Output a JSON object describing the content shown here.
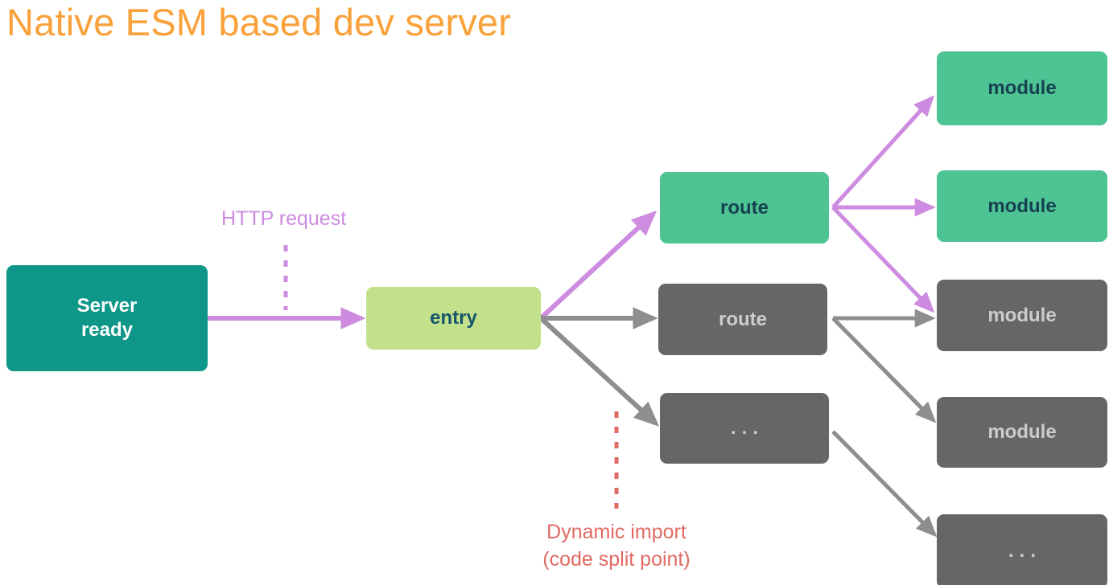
{
  "title": "Native ESM based dev server",
  "colors": {
    "title": "#f9a13a",
    "server_box": "#0e9688",
    "entry_box": "#c2e18a",
    "green_box": "#4ec394",
    "gray_box": "#666666",
    "purple_arrow": "#cd8ce0",
    "gray_arrow": "#8e8e8e",
    "dynamic_import": "#e06a64",
    "background": "#ffffff"
  },
  "nodes": {
    "server": {
      "label": "Server\nready",
      "line1": "Server",
      "line2": "ready"
    },
    "entry": {
      "label": "entry"
    },
    "route_green": {
      "label": "route"
    },
    "route_gray": {
      "label": "route"
    },
    "ellipsis_mid": {
      "label": "..."
    },
    "module_1": {
      "label": "module"
    },
    "module_2": {
      "label": "module"
    },
    "module_3": {
      "label": "module"
    },
    "module_4": {
      "label": "module"
    },
    "ellipsis_bottom": {
      "label": "..."
    }
  },
  "annotations": {
    "http_request": {
      "text": "HTTP request"
    },
    "dynamic_import": {
      "line1": "Dynamic import",
      "line2": "(code split point)"
    }
  },
  "legend": {
    "purple_meaning": "HTTP request",
    "red_meaning": "Dynamic import (code split point)"
  }
}
